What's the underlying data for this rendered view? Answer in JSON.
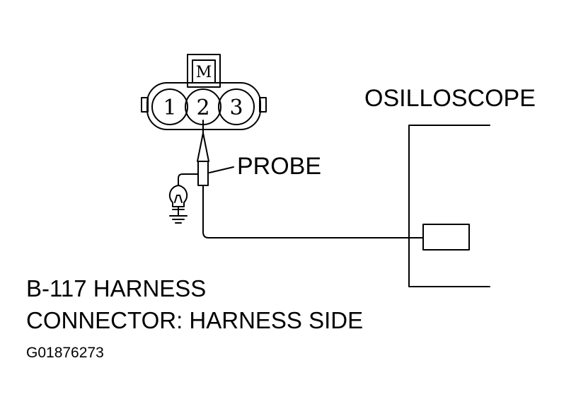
{
  "diagram": {
    "connector": {
      "key_letter": "M",
      "pins": [
        "1",
        "2",
        "3"
      ]
    },
    "labels": {
      "oscilloscope": "OSILLOSCOPE",
      "probe": "PROBE"
    },
    "caption": {
      "line1": "B-117 HARNESS",
      "line2": "CONNECTOR: HARNESS SIDE"
    },
    "figure_id": "G01876273"
  },
  "icons": {
    "test_lamp": "test-lamp-icon",
    "ground": "ground-icon"
  }
}
